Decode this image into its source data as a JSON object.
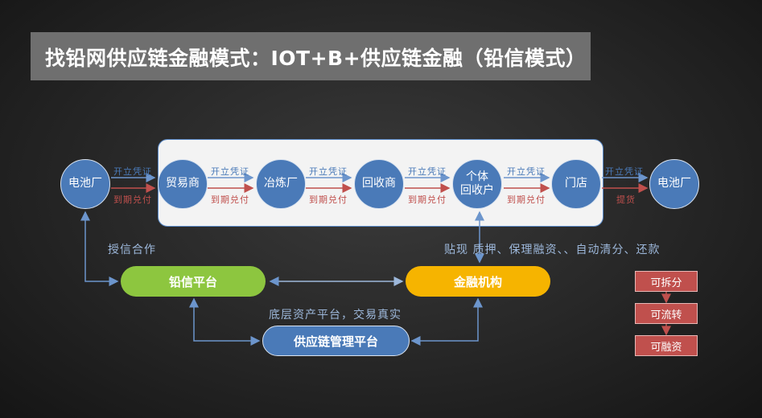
{
  "title": "找铅网供应链金融模式：IOT+B+供应链金融（铅信模式）",
  "nodes": {
    "battery_factory_left": "电池厂",
    "trader": "贸易商",
    "smelter": "冶炼厂",
    "recycler": "回收商",
    "individual_recycler": "个体\n回收户",
    "store": "门店",
    "battery_factory_right": "电池厂"
  },
  "flow_labels": {
    "issue_voucher": "开立凭证",
    "due_payment": "到期兑付",
    "deliver": "提货"
  },
  "annotations": {
    "credit_cooperation": "授信合作",
    "finance_services": "贴现  质押、保理融资、、自动清分、还款",
    "asset_platform": "底层资产平台，交易真实"
  },
  "platforms": {
    "lead_credit": "铅信平台",
    "financial_institution": "金融机构",
    "scm_platform": "供应链管理平台"
  },
  "features": [
    "可拆分",
    "可流转",
    "可融资"
  ],
  "colors": {
    "node_blue": "#4a7ab8",
    "label_blue": "#4a7ab8",
    "label_red": "#c0504d",
    "green": "#8dc63f",
    "yellow": "#f6b400",
    "tag_red": "#c0504d"
  }
}
